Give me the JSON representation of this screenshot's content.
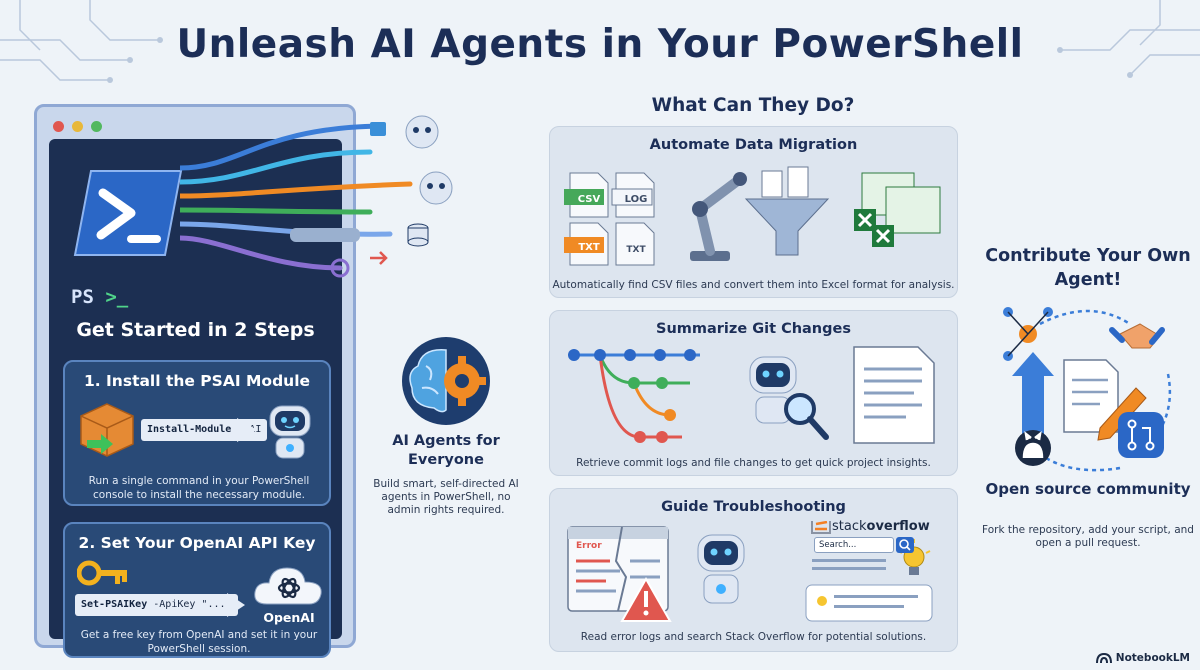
{
  "title": "Unleash AI Agents in Your PowerShell",
  "terminal": {
    "prompt_ps": "PS",
    "prompt_symbol": ">_",
    "get_started": "Get Started in 2 Steps",
    "step1": {
      "title": "1. Install the PSAI Module",
      "command_name": "Install-Module",
      "command_arg": "PSAI",
      "desc": "Run a single command in your PowerShell console to install the necessary module."
    },
    "step2": {
      "title": "2. Set Your OpenAI API Key",
      "command_name": "Set-PSAIKey",
      "command_arg": "-ApiKey \"...\"",
      "provider": "OpenAI",
      "desc": "Get a free key from OpenAI and set it in your PowerShell session."
    }
  },
  "ai": {
    "title": "AI Agents for Everyone",
    "desc": "Build smart, self-directed AI agents in PowerShell, no admin rights required."
  },
  "features": {
    "heading": "What Can They Do?",
    "items": [
      {
        "title": "Automate Data Migration",
        "desc": "Automatically find CSV files and convert them into Excel format for analysis.",
        "file_labels": [
          "CSV",
          "LOG",
          "TXT",
          "TXT"
        ]
      },
      {
        "title": "Summarize Git Changes",
        "desc": "Retrieve commit logs and file changes to get quick project insights."
      },
      {
        "title": "Guide Troubleshooting",
        "desc": "Read error logs and search Stack Overflow for potential solutions.",
        "error_label": "Error",
        "so_brand_a": "stack",
        "so_brand_b": "overflow",
        "search_placeholder": "Search..."
      }
    ]
  },
  "contribute": {
    "title": "Contribute Your Own Agent!",
    "oss_title": "Open source community",
    "oss_desc": "Fork the repository, add your script, and open a pull request."
  },
  "brand": "NotebookLM",
  "colors": {
    "navy": "#1c2e57",
    "terminal_bg": "#1c2f52",
    "card_bg": "#294a77",
    "accent_orange": "#f08a24",
    "accent_green": "#3fae5a",
    "accent_blue": "#3b7dd8"
  }
}
